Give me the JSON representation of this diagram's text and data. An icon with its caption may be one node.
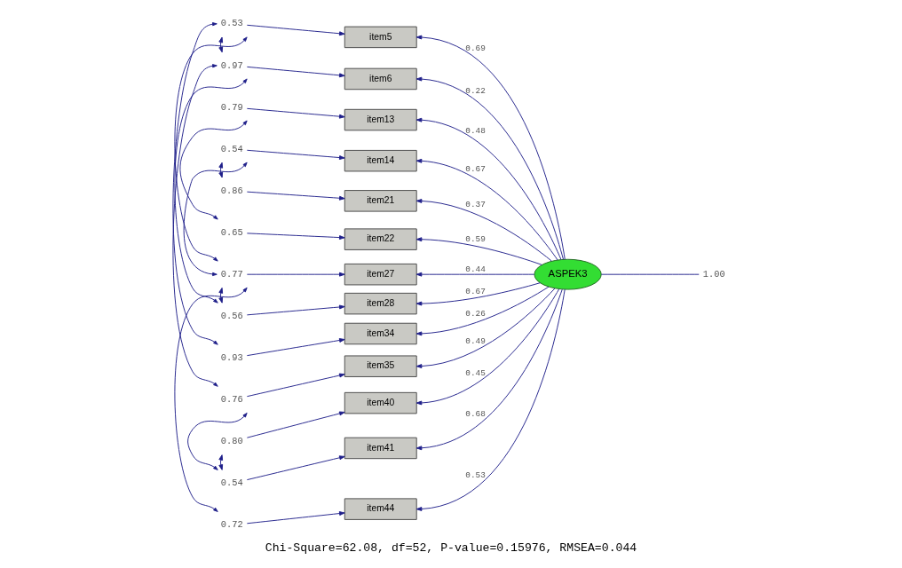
{
  "diagram": {
    "caption": "Chi-Square=62.08, df=52, P-value=0.15976, RMSEA=0.044",
    "nodes": [
      {
        "text": [
          "item5"
        ]
      },
      {
        "text": [
          "item6"
        ]
      },
      {
        "text": [
          "item13"
        ]
      },
      {
        "text": [
          "item14"
        ]
      },
      {
        "text": [
          "item21"
        ]
      },
      {
        "text": [
          "item22"
        ]
      },
      {
        "text": [
          "item27"
        ]
      },
      {
        "text": [
          "item28"
        ]
      },
      {
        "text": [
          "item34"
        ]
      },
      {
        "text": [
          "item35"
        ]
      },
      {
        "text": [
          "item40"
        ]
      },
      {
        "text": [
          "item41"
        ]
      },
      {
        "text": [
          "item44"
        ]
      },
      {
        "text": [
          "0.53"
        ]
      },
      {
        "text": [
          "0.97"
        ]
      },
      {
        "text": [
          "0.79"
        ]
      },
      {
        "text": [
          "0.54"
        ]
      },
      {
        "text": [
          "0.86"
        ]
      },
      {
        "text": [
          "0.65"
        ]
      },
      {
        "text": [
          "0.77"
        ]
      },
      {
        "text": [
          "0.56"
        ]
      },
      {
        "text": [
          "0.93"
        ]
      },
      {
        "text": [
          "0.76"
        ]
      },
      {
        "text": [
          "0.80"
        ]
      },
      {
        "text": [
          "0.54"
        ]
      },
      {
        "text": [
          "0.72"
        ]
      },
      {
        "text": [
          "ASPEK3"
        ]
      },
      {
        "text": [
          "1.00"
        ]
      }
    ],
    "edges": [
      {
        "from": 13,
        "to": 0,
        "arrow": "to"
      },
      {
        "from": 14,
        "to": 1,
        "arrow": "to"
      },
      {
        "from": 15,
        "to": 2,
        "arrow": "to"
      },
      {
        "from": 16,
        "to": 3,
        "arrow": "to"
      },
      {
        "from": 17,
        "to": 4,
        "arrow": "to"
      },
      {
        "from": 18,
        "to": 5,
        "arrow": "to"
      },
      {
        "from": 19,
        "to": 6,
        "arrow": "to"
      },
      {
        "from": 20,
        "to": 7,
        "arrow": "to"
      },
      {
        "from": 21,
        "to": 8,
        "arrow": "to"
      },
      {
        "from": 22,
        "to": 9,
        "arrow": "to"
      },
      {
        "from": 23,
        "to": 10,
        "arrow": "to"
      },
      {
        "from": 24,
        "to": 11,
        "arrow": "to"
      },
      {
        "from": 25,
        "to": 12,
        "arrow": "to"
      },
      {
        "from": 26,
        "to": 0,
        "arrow": "to",
        "label": "0.69"
      },
      {
        "from": 26,
        "to": 1,
        "arrow": "to",
        "label": "0.22"
      },
      {
        "from": 26,
        "to": 2,
        "arrow": "to",
        "label": "0.48"
      },
      {
        "from": 26,
        "to": 3,
        "arrow": "to",
        "label": "0.67"
      },
      {
        "from": 26,
        "to": 4,
        "arrow": "to",
        "label": "0.37"
      },
      {
        "from": 26,
        "to": 5,
        "arrow": "to",
        "label": "0.59"
      },
      {
        "from": 26,
        "to": 6,
        "arrow": "to",
        "label": "0.44"
      },
      {
        "from": 26,
        "to": 7,
        "arrow": "to",
        "label": "0.67"
      },
      {
        "from": 26,
        "to": 8,
        "arrow": "to",
        "label": "0.26"
      },
      {
        "from": 26,
        "to": 9,
        "arrow": "to",
        "label": "0.49"
      },
      {
        "from": 26,
        "to": 10,
        "arrow": "to",
        "label": "0.45"
      },
      {
        "from": 26,
        "to": 11,
        "arrow": "to",
        "label": "0.68"
      },
      {
        "from": 26,
        "to": 12,
        "arrow": "to",
        "label": "0.53"
      },
      {
        "from": 26,
        "to": 27,
        "arrow": "none"
      },
      {
        "from": 13,
        "to": 14,
        "arrow": "both"
      },
      {
        "from": 13,
        "to": 19,
        "arrow": "both"
      },
      {
        "from": 13,
        "to": 21,
        "arrow": "both"
      },
      {
        "from": 14,
        "to": 20,
        "arrow": "both"
      },
      {
        "from": 14,
        "to": 22,
        "arrow": "both"
      },
      {
        "from": 15,
        "to": 18,
        "arrow": "both"
      },
      {
        "from": 16,
        "to": 17,
        "arrow": "both"
      },
      {
        "from": 16,
        "to": 19,
        "arrow": "both"
      },
      {
        "from": 19,
        "to": 20,
        "arrow": "both"
      },
      {
        "from": 19,
        "to": 25,
        "arrow": "both"
      },
      {
        "from": 22,
        "to": 24,
        "arrow": "both"
      },
      {
        "from": 23,
        "to": 24,
        "arrow": "both"
      }
    ]
  }
}
